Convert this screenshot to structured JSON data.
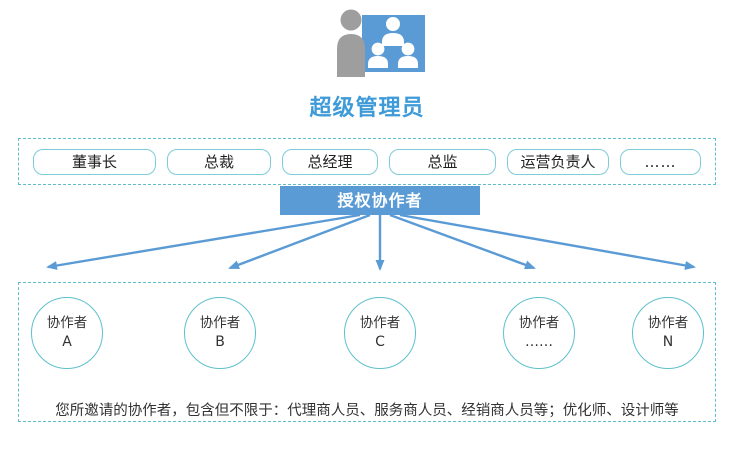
{
  "header": {
    "title": "超级管理员"
  },
  "roles_box": {
    "items": [
      {
        "label": "董事长"
      },
      {
        "label": "总裁"
      },
      {
        "label": "总经理"
      },
      {
        "label": "总监"
      },
      {
        "label": "运营负责人"
      },
      {
        "label": "……"
      }
    ]
  },
  "authorize_banner": {
    "label": "授权协作者"
  },
  "collaborators": {
    "items": [
      {
        "line1": "协作者",
        "line2": "A"
      },
      {
        "line1": "协作者",
        "line2": "B"
      },
      {
        "line1": "协作者",
        "line2": "C"
      },
      {
        "line1": "协作者",
        "line2": "……"
      },
      {
        "line1": "协作者",
        "line2": "N"
      }
    ],
    "note": "您所邀请的协作者，包含但不限于：代理商人员、服务商人员、经销商人员等；优化师、设计师等"
  },
  "colors": {
    "accent_blue": "#5b9bd5",
    "title_blue": "#3f9bd8",
    "dashed_border_teal": "#5ebec9",
    "chip_border_teal": "#7fcbd9",
    "circle_border_teal": "#5ec0cc",
    "figure_gray": "#9e9e9e",
    "text_dark": "#333333"
  }
}
